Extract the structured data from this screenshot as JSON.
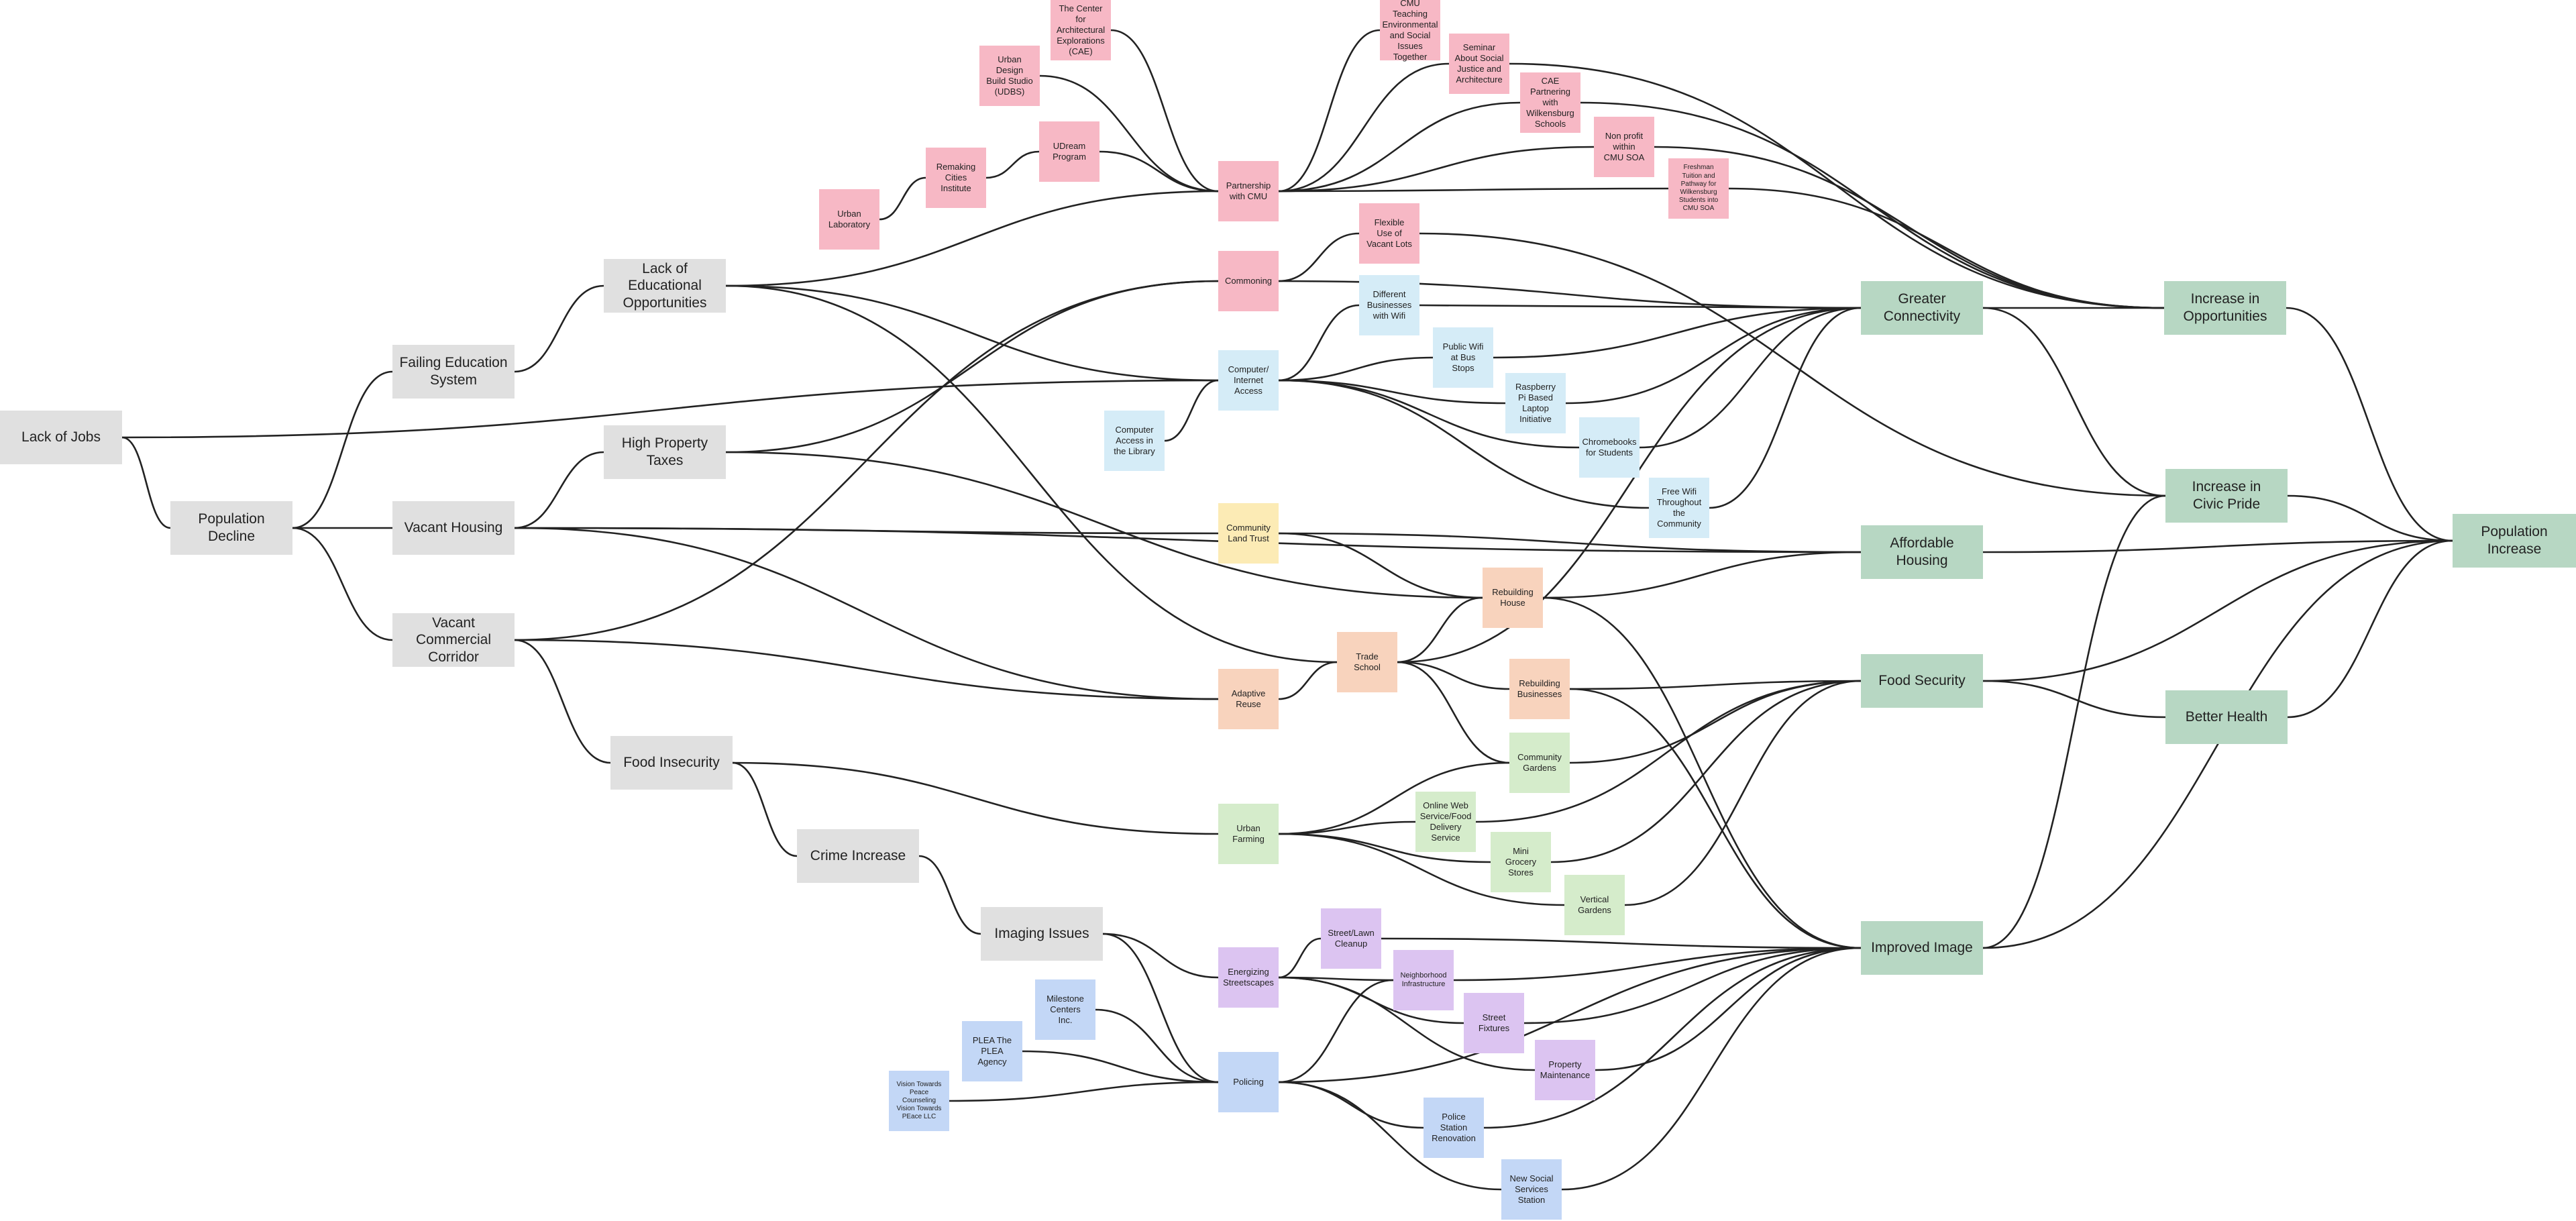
{
  "nodes": {
    "lack_of_jobs": "Lack of Jobs",
    "population_decline": "Population Decline",
    "failing_education": "Failing Education\nSystem",
    "vacant_housing": "Vacant Housing",
    "vacant_commercial": "Vacant Commercial\nCorridor",
    "lack_educational": "Lack of Educational\nOpportunities",
    "high_property_taxes": "High Property\nTaxes",
    "food_insecurity": "Food Insecurity",
    "crime_increase": "Crime Increase",
    "imaging_issues": "Imaging Issues",
    "urban_laboratory": "Urban\nLaboratory",
    "remaking_cities": "Remaking\nCities\nInstitute",
    "urban_design_build": "Urban\nDesign\nBuild Studio\n(UDBS)",
    "center_architectural": "The Center for\nArchitectural\nExplorations\n(CAE)",
    "udream": "UDream\nProgram",
    "partnership_cmu": "Partnership\nwith CMU",
    "cmu_teaching": "CMU Teaching\nEnvironmental\nand Social\nIssues\nTogether",
    "seminar_social": "Seminar\nAbout Social\nJustice and\nArchitecture",
    "cae_partnering": "CAE\nPartnering\nwith\nWilkensburg\nSchools",
    "nonprofit_soa": "Non profit\nwithin\nCMU SOA",
    "freshman_tuition": "Freshman\nTuition and\nPathway for\nWilkensburg\nStudents into\nCMU SOA",
    "commoning": "Commoning",
    "flexible_lots": "Flexible\nUse of\nVacant Lots",
    "different_businesses": "Different\nBusinesses\nwith Wifi",
    "public_wifi": "Public Wifi\nat Bus\nStops",
    "computer_internet": "Computer/\nInternet\nAccess",
    "computer_library": "Computer\nAccess in\nthe Library",
    "raspberry_pi": "Raspberry\nPi Based\nLaptop\nInitiative",
    "chromebooks": "Chromebooks\nfor Students",
    "free_wifi": "Free Wifi\nThroughout\nthe\nCommunity",
    "community_land_trust": "Community\nLand Trust",
    "rebuilding_house": "Rebuilding\nHouse",
    "trade_school": "Trade\nSchool",
    "adaptive_reuse": "Adaptive\nReuse",
    "rebuilding_businesses": "Rebuilding\nBusinesses",
    "community_gardens": "Community\nGardens",
    "urban_farming": "Urban\nFarming",
    "online_web_service": "Online Web\nService/Food\nDelivery\nService",
    "mini_grocery": "Mini\nGrocery\nStores",
    "vertical_gardens": "Vertical\nGardens",
    "street_lawn_cleanup": "Street/Lawn\nCleanup",
    "energizing_streetscapes": "Energizing\nStreetscapes",
    "neighborhood_infrastructure": "Neighborhood\nInfrastructure",
    "street_fixtures": "Street\nFixtures",
    "property_maintenance": "Property\nMaintenance",
    "milestone_centers": "Milestone\nCenters\nInc.",
    "plea_agency": "PLEA The\nPLEA\nAgency",
    "vision_towards_peace": "Vision Towards\nPeace\nCounseling\nVision Towards\nPEace LLC",
    "policing": "Policing",
    "police_station": "Police\nStation\nRenovation",
    "new_social_services": "New Social\nServices\nStation",
    "greater_connectivity": "Greater\nConnectivity",
    "affordable_housing": "Affordable Housing",
    "food_security": "Food Security",
    "improved_image": "Improved Image",
    "increase_opportunities": "Increase in\nOpportunities",
    "increase_civic_pride": "Increase in\nCivic Pride",
    "better_health": "Better Health",
    "population_increase": "Population Increase"
  },
  "colors": {
    "problem": "#e0e0e0",
    "outcome": "#b7d7c3",
    "education": "#f7b8c5",
    "connectivity": "#d5ecf7",
    "housing": "#fcebb5",
    "building": "#f8d3bd",
    "food": "#d5eccb",
    "streetscape": "#dcc4f1",
    "safety": "#c3d7f6",
    "edge": "#222222"
  },
  "edges": [
    [
      "lack_of_jobs",
      "population_decline"
    ],
    [
      "lack_of_jobs",
      "computer_internet"
    ],
    [
      "population_decline",
      "failing_education"
    ],
    [
      "population_decline",
      "vacant_housing"
    ],
    [
      "population_decline",
      "vacant_commercial"
    ],
    [
      "failing_education",
      "lack_educational"
    ],
    [
      "lack_educational",
      "partnership_cmu"
    ],
    [
      "lack_educational",
      "computer_internet"
    ],
    [
      "lack_educational",
      "trade_school"
    ],
    [
      "vacant_housing",
      "high_property_taxes"
    ],
    [
      "vacant_housing",
      "community_land_trust"
    ],
    [
      "vacant_housing",
      "adaptive_reuse"
    ],
    [
      "vacant_housing",
      "affordable_housing"
    ],
    [
      "high_property_taxes",
      "commoning"
    ],
    [
      "high_property_taxes",
      "rebuilding_house"
    ],
    [
      "vacant_commercial",
      "commoning"
    ],
    [
      "vacant_commercial",
      "adaptive_reuse"
    ],
    [
      "vacant_commercial",
      "food_insecurity"
    ],
    [
      "food_insecurity",
      "urban_farming"
    ],
    [
      "food_insecurity",
      "crime_increase"
    ],
    [
      "crime_increase",
      "imaging_issues"
    ],
    [
      "imaging_issues",
      "energizing_streetscapes"
    ],
    [
      "imaging_issues",
      "policing"
    ],
    [
      "urban_laboratory",
      "remaking_cities"
    ],
    [
      "remaking_cities",
      "udream"
    ],
    [
      "udream",
      "partnership_cmu"
    ],
    [
      "urban_design_build",
      "partnership_cmu"
    ],
    [
      "center_architectural",
      "partnership_cmu"
    ],
    [
      "partnership_cmu",
      "cmu_teaching"
    ],
    [
      "partnership_cmu",
      "seminar_social"
    ],
    [
      "partnership_cmu",
      "cae_partnering"
    ],
    [
      "partnership_cmu",
      "nonprofit_soa"
    ],
    [
      "partnership_cmu",
      "freshman_tuition"
    ],
    [
      "seminar_social",
      "increase_opportunities"
    ],
    [
      "cae_partnering",
      "increase_opportunities"
    ],
    [
      "nonprofit_soa",
      "increase_opportunities"
    ],
    [
      "freshman_tuition",
      "increase_opportunities"
    ],
    [
      "commoning",
      "flexible_lots"
    ],
    [
      "commoning",
      "greater_connectivity"
    ],
    [
      "flexible_lots",
      "increase_civic_pride"
    ],
    [
      "computer_library",
      "computer_internet"
    ],
    [
      "computer_internet",
      "different_businesses"
    ],
    [
      "computer_internet",
      "public_wifi"
    ],
    [
      "computer_internet",
      "raspberry_pi"
    ],
    [
      "computer_internet",
      "chromebooks"
    ],
    [
      "computer_internet",
      "free_wifi"
    ],
    [
      "different_businesses",
      "greater_connectivity"
    ],
    [
      "public_wifi",
      "greater_connectivity"
    ],
    [
      "raspberry_pi",
      "greater_connectivity"
    ],
    [
      "chromebooks",
      "greater_connectivity"
    ],
    [
      "free_wifi",
      "greater_connectivity"
    ],
    [
      "community_land_trust",
      "rebuilding_house"
    ],
    [
      "community_land_trust",
      "affordable_housing"
    ],
    [
      "adaptive_reuse",
      "trade_school"
    ],
    [
      "trade_school",
      "rebuilding_house"
    ],
    [
      "trade_school",
      "rebuilding_businesses"
    ],
    [
      "trade_school",
      "community_gardens"
    ],
    [
      "trade_school",
      "greater_connectivity"
    ],
    [
      "rebuilding_house",
      "affordable_housing"
    ],
    [
      "rebuilding_house",
      "improved_image"
    ],
    [
      "rebuilding_businesses",
      "food_security"
    ],
    [
      "rebuilding_businesses",
      "improved_image"
    ],
    [
      "urban_farming",
      "community_gardens"
    ],
    [
      "urban_farming",
      "online_web_service"
    ],
    [
      "urban_farming",
      "mini_grocery"
    ],
    [
      "urban_farming",
      "vertical_gardens"
    ],
    [
      "community_gardens",
      "food_security"
    ],
    [
      "online_web_service",
      "food_security"
    ],
    [
      "mini_grocery",
      "food_security"
    ],
    [
      "vertical_gardens",
      "food_security"
    ],
    [
      "energizing_streetscapes",
      "street_lawn_cleanup"
    ],
    [
      "energizing_streetscapes",
      "neighborhood_infrastructure"
    ],
    [
      "energizing_streetscapes",
      "street_fixtures"
    ],
    [
      "energizing_streetscapes",
      "property_maintenance"
    ],
    [
      "street_lawn_cleanup",
      "improved_image"
    ],
    [
      "neighborhood_infrastructure",
      "improved_image"
    ],
    [
      "street_fixtures",
      "improved_image"
    ],
    [
      "property_maintenance",
      "improved_image"
    ],
    [
      "milestone_centers",
      "policing"
    ],
    [
      "plea_agency",
      "policing"
    ],
    [
      "vision_towards_peace",
      "policing"
    ],
    [
      "policing",
      "neighborhood_infrastructure"
    ],
    [
      "policing",
      "police_station"
    ],
    [
      "policing",
      "new_social_services"
    ],
    [
      "policing",
      "improved_image"
    ],
    [
      "police_station",
      "improved_image"
    ],
    [
      "new_social_services",
      "improved_image"
    ],
    [
      "greater_connectivity",
      "increase_opportunities"
    ],
    [
      "greater_connectivity",
      "increase_civic_pride"
    ],
    [
      "affordable_housing",
      "population_increase"
    ],
    [
      "food_security",
      "better_health"
    ],
    [
      "food_security",
      "population_increase"
    ],
    [
      "improved_image",
      "increase_civic_pride"
    ],
    [
      "improved_image",
      "population_increase"
    ],
    [
      "increase_opportunities",
      "population_increase"
    ],
    [
      "increase_civic_pride",
      "population_increase"
    ],
    [
      "better_health",
      "population_increase"
    ]
  ]
}
